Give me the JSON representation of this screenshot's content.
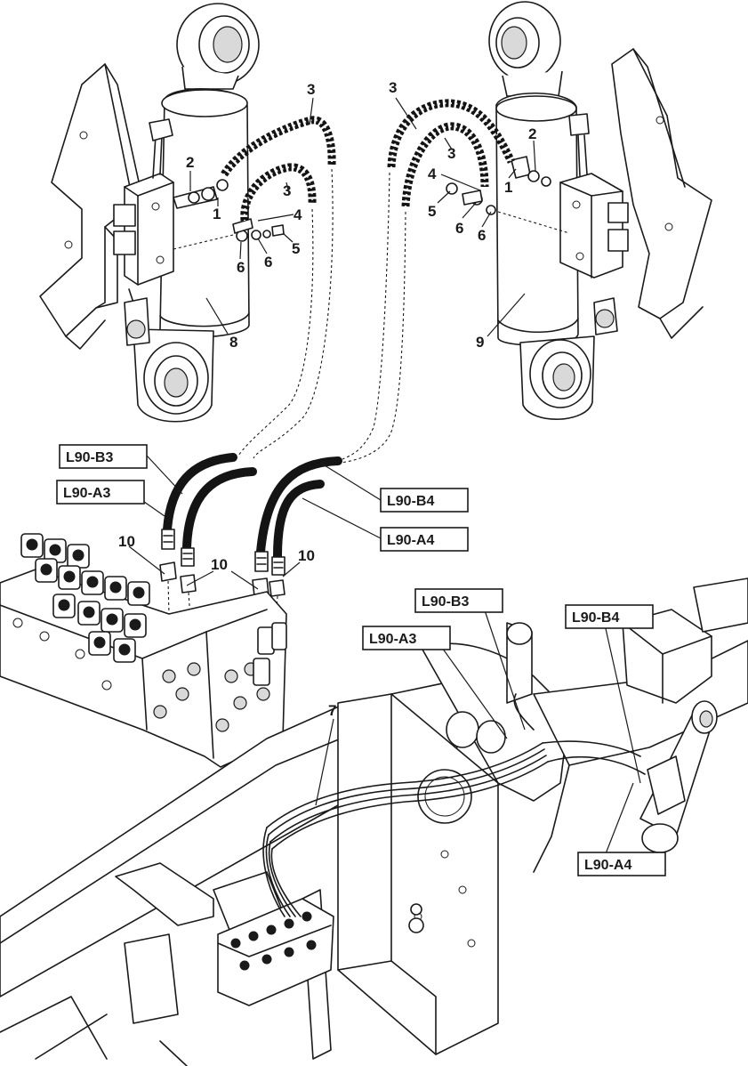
{
  "callouts": [
    {
      "id": "c1-left",
      "text": "1"
    },
    {
      "id": "c2-left",
      "text": "2"
    },
    {
      "id": "c3-left-a",
      "text": "3"
    },
    {
      "id": "c3-left-b",
      "text": "3"
    },
    {
      "id": "c4-left",
      "text": "4"
    },
    {
      "id": "c5-left",
      "text": "5"
    },
    {
      "id": "c6-left-a",
      "text": "6"
    },
    {
      "id": "c6-left-b",
      "text": "6"
    },
    {
      "id": "c8",
      "text": "8"
    },
    {
      "id": "c3-right-a",
      "text": "3"
    },
    {
      "id": "c3-right-b",
      "text": "3"
    },
    {
      "id": "c2-right",
      "text": "2"
    },
    {
      "id": "c1-right",
      "text": "1"
    },
    {
      "id": "c4-right",
      "text": "4"
    },
    {
      "id": "c5-right",
      "text": "5"
    },
    {
      "id": "c6-right-a",
      "text": "6"
    },
    {
      "id": "c6-right-b",
      "text": "6"
    },
    {
      "id": "c9",
      "text": "9"
    },
    {
      "id": "c10-a",
      "text": "10"
    },
    {
      "id": "c10-b",
      "text": "10"
    },
    {
      "id": "c10-c",
      "text": "10"
    },
    {
      "id": "c7",
      "text": "7"
    }
  ],
  "labels": {
    "l90_b3_top": "L90-B3",
    "l90_a3_top": "L90-A3",
    "l90_b4_top": "L90-B4",
    "l90_a4_top": "L90-A4",
    "l90_b3_bottom": "L90-B3",
    "l90_a3_bottom": "L90-A3",
    "l90_b4_bottom": "L90-B4",
    "l90_a4_bottom": "L90-A4"
  },
  "colors": {
    "line": "#1a1a1a",
    "background": "#ffffff",
    "shade": "#d9d9d9"
  }
}
